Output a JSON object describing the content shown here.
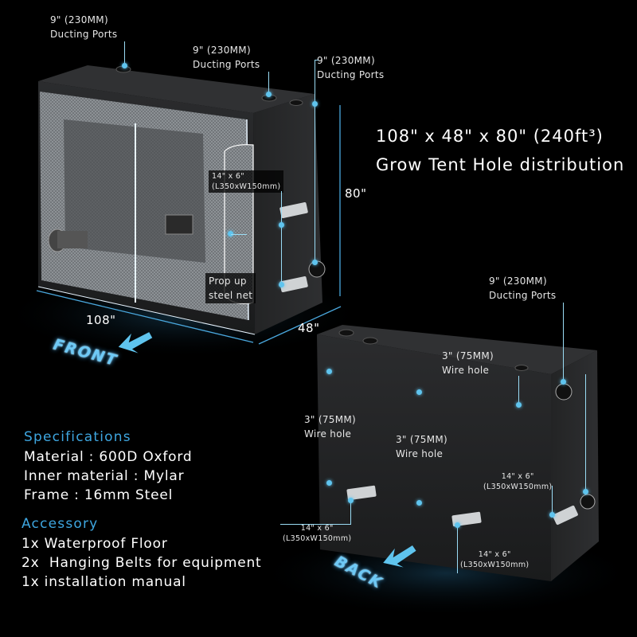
{
  "heading": {
    "line1": "108\" x 48\" x 80\" (240ft³)",
    "line2": "Grow Tent Hole distribution"
  },
  "dimensions": {
    "length": "108\"",
    "width": "48\"",
    "height": "80\""
  },
  "front_label": "FRONT",
  "back_label": "BACK",
  "callouts": {
    "duct_top_left": {
      "line1": "9\" (230MM)",
      "line2": "Ducting Ports"
    },
    "duct_top_mid": {
      "line1": "9\" (230MM)",
      "line2": "Ducting Ports"
    },
    "duct_top_right": {
      "line1": "9\" (230MM)",
      "line2": "Ducting Ports"
    },
    "vent_front": {
      "line1": "14\" x 6\"",
      "line2": "(L350xW150mm)"
    },
    "prop_net": {
      "line1": "Prop up",
      "line2": "steel net"
    },
    "duct_back_right": {
      "line1": "9\" (230MM)",
      "line2": "Ducting Ports"
    },
    "wire_back_top": {
      "line1": "3\" (75MM)",
      "line2": "Wire hole"
    },
    "wire_back_left": {
      "line1": "3\" (75MM)",
      "line2": "Wire hole"
    },
    "wire_back_mid": {
      "line1": "3\" (75MM)",
      "line2": "Wire hole"
    },
    "vent_back_right": {
      "line1": "14\" x 6\"",
      "line2": "(L350xW150mm)"
    },
    "vent_back_left": {
      "line1": "14\" x 6\"",
      "line2": "(L350xW150mm)"
    },
    "vent_back_mid": {
      "line1": "14\" x 6\"",
      "line2": "(L350xW150mm)"
    }
  },
  "specifications": {
    "heading": "Specifications",
    "items": [
      "Material : 600D Oxford",
      "Inner material : Mylar",
      "Frame : 16mm Steel"
    ]
  },
  "accessory": {
    "heading": "Accessory",
    "items": [
      "1x Waterproof Floor",
      "2x  Hanging Belts for equipment",
      "1x installation manual"
    ]
  },
  "colors": {
    "accent": "#3ea6e0",
    "dot": "#5fc4ee",
    "background": "#000000"
  }
}
